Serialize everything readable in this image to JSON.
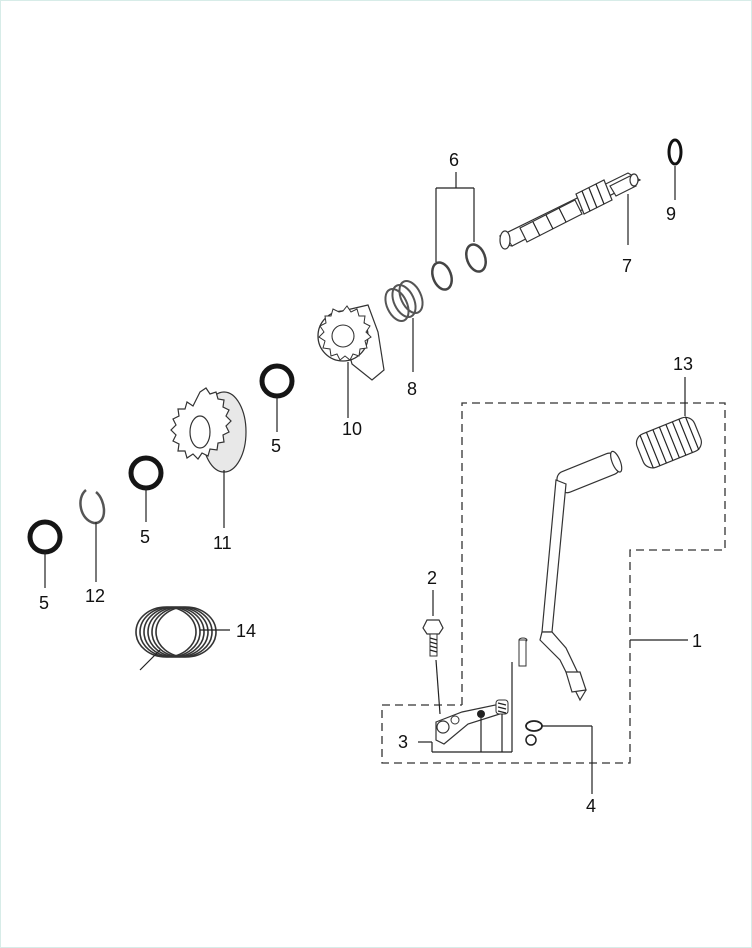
{
  "callouts": [
    "1",
    "2",
    "3",
    "4",
    "5",
    "5",
    "5",
    "6",
    "7",
    "8",
    "9",
    "10",
    "11",
    "12",
    "13",
    "14"
  ],
  "colors": {
    "line": "#222222",
    "border": "#d7ece8",
    "shade": "#cfcfcf"
  }
}
